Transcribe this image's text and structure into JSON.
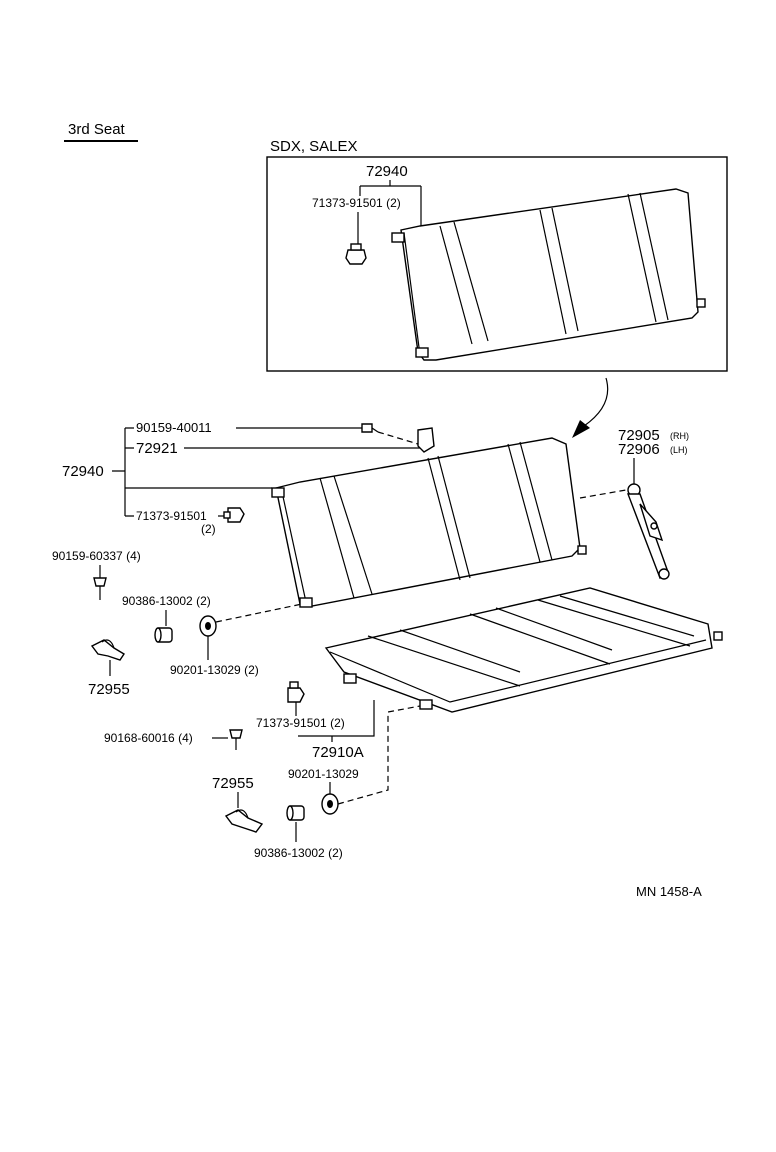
{
  "section_title": "3rd Seat",
  "inset": {
    "title": "SDX, SALEX",
    "assembly": "72940",
    "clip_callout": "71373-91501 (2)"
  },
  "backrest": {
    "assembly": "72940",
    "screw": "90159-40011",
    "hinge_cover": "72921",
    "clip": "71373-91501",
    "clip_qty": "(2)"
  },
  "hinge": {
    "rh_no": "72905",
    "rh_side": "(RH)",
    "lh_no": "72906",
    "lh_side": "(LH)"
  },
  "left_parts": {
    "bolt": "90159-60337 (4)",
    "collar_upper": "90386-13002 (2)",
    "washer_upper": "90201-13029 (2)",
    "bracket_upper": "72955"
  },
  "cushion": {
    "clip": "71373-91501 (2)",
    "assembly": "72910A",
    "screw": "90168-60016 (4)",
    "bracket_lower": "72955",
    "washer_lower": "90201-13029",
    "collar_lower": "90386-13002 (2)"
  },
  "footer_code": "MN 1458-A"
}
